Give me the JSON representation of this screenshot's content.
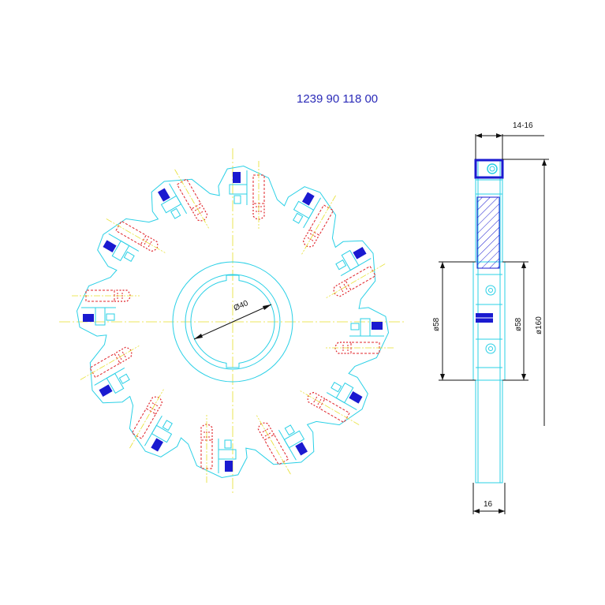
{
  "part_number": "1239 90 118 00",
  "front_view": {
    "bore_label": "Ø40",
    "teeth_count": 12
  },
  "side_view": {
    "dim_width_top": "14-16",
    "dim_width_bottom": "16",
    "dim_diam_inner_left": "ø58",
    "dim_diam_inner_right": "ø58",
    "dim_diam_outer": "ø160"
  },
  "colors": {
    "body_outline": "#2ad0e6",
    "centerline": "#e6e02a",
    "hidden_line": "#e0242a",
    "insert": "#1a1ad0",
    "dimension": "#111111",
    "hatch": "#1a1ad0",
    "text": "#2a2ab8"
  }
}
